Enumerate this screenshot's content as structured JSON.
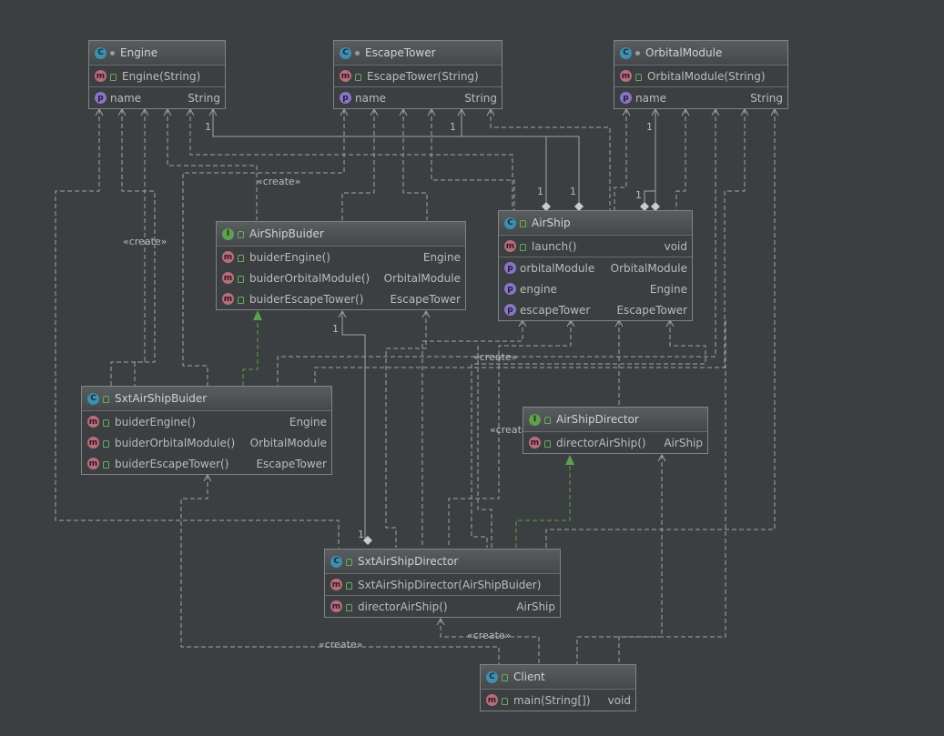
{
  "diagram": {
    "labels": {
      "create": "«create»",
      "one": "1"
    },
    "classes": {
      "engine": {
        "name": "Engine",
        "kind": "class",
        "ctor": "Engine(String)",
        "field": {
          "name": "name",
          "type": "String"
        }
      },
      "escape_tower": {
        "name": "EscapeTower",
        "kind": "class",
        "ctor": "EscapeTower(String)",
        "field": {
          "name": "name",
          "type": "String"
        }
      },
      "orbital_module": {
        "name": "OrbitalModule",
        "kind": "class",
        "ctor": "OrbitalModule(String)",
        "field": {
          "name": "name",
          "type": "String"
        }
      },
      "airship_buider": {
        "name": "AirShipBuider",
        "kind": "interface",
        "methods": [
          {
            "name": "buiderEngine()",
            "type": "Engine"
          },
          {
            "name": "buiderOrbitalModule()",
            "type": "OrbitalModule"
          },
          {
            "name": "buiderEscapeTower()",
            "type": "EscapeTower"
          }
        ]
      },
      "airship": {
        "name": "AirShip",
        "kind": "class",
        "method": {
          "name": "launch()",
          "type": "void"
        },
        "fields": [
          {
            "name": "orbitalModule",
            "type": "OrbitalModule"
          },
          {
            "name": "engine",
            "type": "Engine"
          },
          {
            "name": "escapeTower",
            "type": "EscapeTower"
          }
        ]
      },
      "sxt_airship_buider": {
        "name": "SxtAirShipBuider",
        "kind": "class",
        "methods": [
          {
            "name": "buiderEngine()",
            "type": "Engine"
          },
          {
            "name": "buiderOrbitalModule()",
            "type": "OrbitalModule"
          },
          {
            "name": "buiderEscapeTower()",
            "type": "EscapeTower"
          }
        ]
      },
      "airship_director": {
        "name": "AirShipDirector",
        "kind": "interface",
        "method": {
          "name": "directorAirShip()",
          "type": "AirShip"
        }
      },
      "sxt_airship_director": {
        "name": "SxtAirShipDirector",
        "kind": "class",
        "ctor": "SxtAirShipDirector(AirShipBuider)",
        "method": {
          "name": "directorAirShip()",
          "type": "AirShip"
        }
      },
      "client": {
        "name": "Client",
        "kind": "class",
        "method": {
          "name": "main(String[])",
          "type": "void"
        }
      }
    },
    "icons": {
      "class": "C",
      "interface": "I",
      "method": "m",
      "property": "p"
    },
    "colors": {
      "background": "#3c3f41",
      "class_icon": "#3e8fb0",
      "interface_icon": "#5f9f4f",
      "method_icon": "#b96c7e",
      "property_icon": "#8a74c4",
      "line": "#a0a4a8",
      "realization": "#5f9f4f"
    }
  }
}
